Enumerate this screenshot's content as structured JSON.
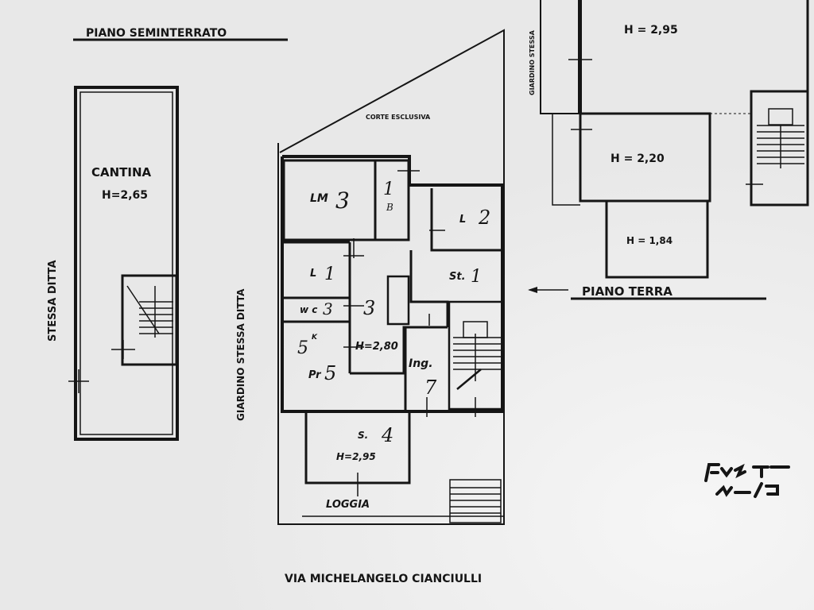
{
  "seminterrato": {
    "title": "PIANO   SEMINTERRATO",
    "room": "CANTINA",
    "height": "H=2,65",
    "side_label": "STESSA   DITTA"
  },
  "primo": {
    "court": "CORTE ESCLUSIVA",
    "garden": "GIARDINO  STESSA  DITTA",
    "rooms": {
      "lm": "LM",
      "lm_num": "3",
      "b": "B",
      "b_num": "1",
      "l2": "L",
      "l2_num": "2",
      "l1": "L",
      "l1_num": "1",
      "st": "St.",
      "st_num": "1",
      "wc": "w c",
      "wc_num": "3",
      "hall_num": "3",
      "h_hall": "H=2,80",
      "k": "K",
      "k_num": "5",
      "pr": "Pr",
      "pr_num": "5",
      "ing": "Ing.",
      "ing_num": "7",
      "s": "S.",
      "s_num": "4",
      "s_height": "H=2,95",
      "loggia": "LOGGIA"
    },
    "street": "VIA  MICHELANGELO  CIANCIULLI"
  },
  "terra": {
    "side_label": "GIARDINO STESSA",
    "h1": "H = 2,95",
    "h2": "H = 2,20",
    "h3": "H = 1,84",
    "title": "PIANO    TERRA"
  },
  "stamp": {
    "line1": "Foglio Part.",
    "line2": "N.421 /E"
  },
  "colors": {
    "ink": "#151515",
    "paper": "#ececec"
  }
}
